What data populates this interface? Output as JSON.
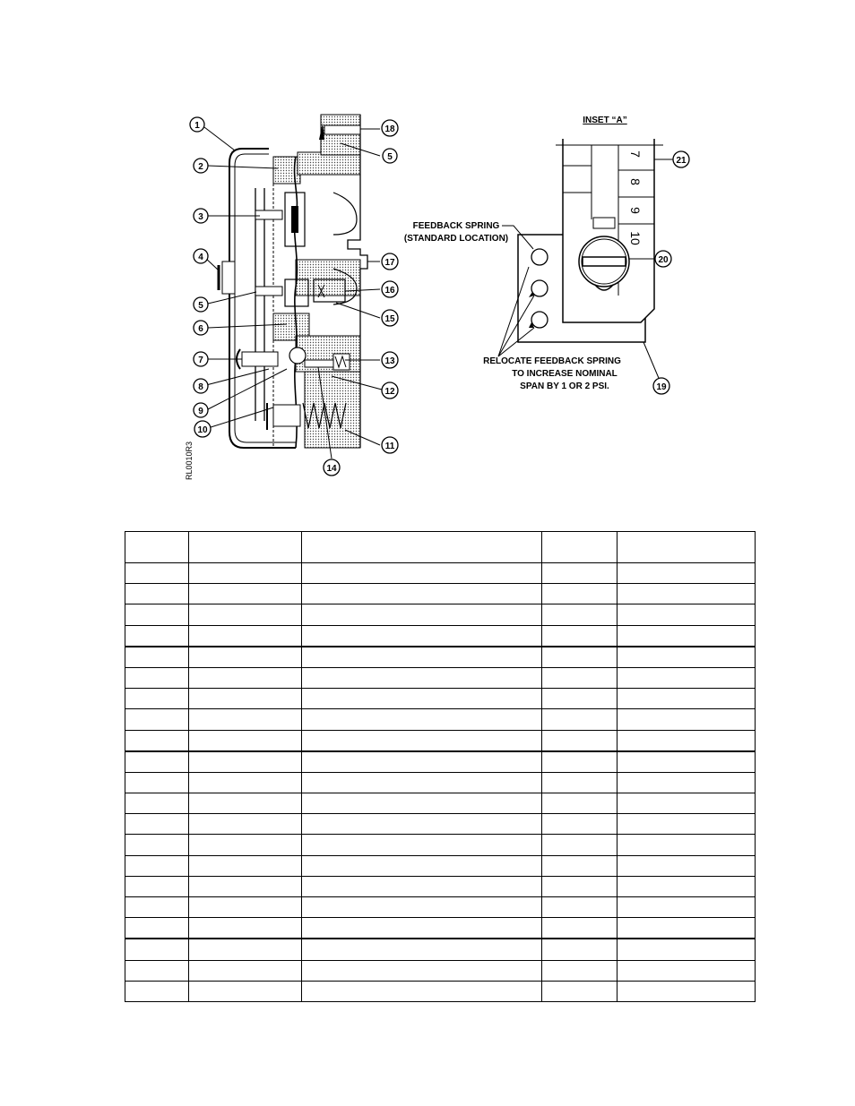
{
  "figure": {
    "main_callouts": [
      "1",
      "2",
      "3",
      "4",
      "5",
      "6",
      "7",
      "8",
      "9",
      "10",
      "11",
      "14",
      "12",
      "13",
      "15",
      "16",
      "17",
      "5",
      "18"
    ],
    "vertical_code": "RL0010R3",
    "inset": {
      "title": "INSET “A”",
      "scale_numbers": [
        "7",
        "8",
        "9",
        "10"
      ],
      "callouts": [
        "21",
        "20",
        "19"
      ],
      "feedback_label_line1": "FEEDBACK  SPRING",
      "feedback_label_line2": "(STANDARD LOCATION)",
      "relocate_line1": "RELOCATE FEEDBACK SPRING",
      "relocate_line2": "TO INCREASE NOMINAL",
      "relocate_line3": "SPAN BY 1 OR 2 PSI."
    }
  },
  "table": {
    "columns": 5,
    "rows": 22,
    "thick_rows": [
      5,
      10,
      19
    ]
  }
}
